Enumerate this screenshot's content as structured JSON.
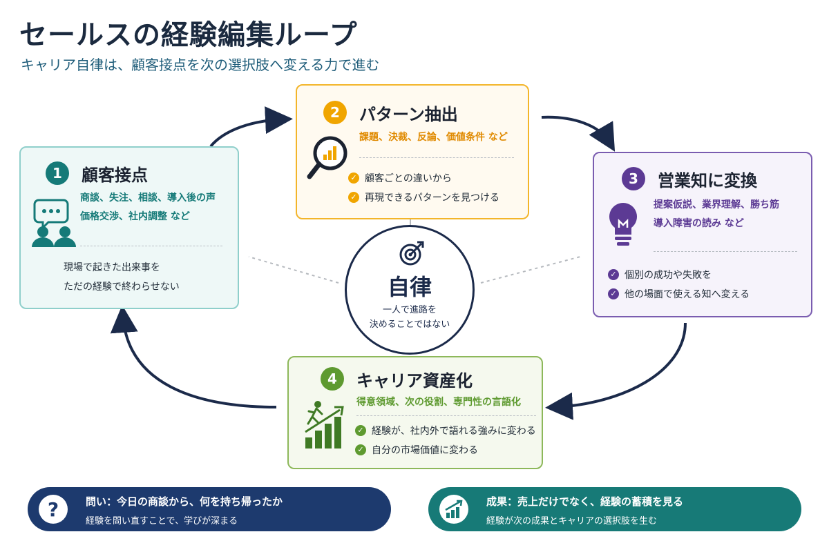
{
  "header": {
    "title": "セールスの経験編集ループ",
    "subtitle": "キャリア自律は、顧客接点を次の選択肢へ変える力で進む"
  },
  "colors": {
    "navy": "#1b2a4a",
    "teal": "#157a78",
    "amber": "#f0a500",
    "purple": "#5c3a94",
    "green": "#5e9a30"
  },
  "steps": [
    {
      "number": "1",
      "title": "顧客接点",
      "icon": "chat-people-icon",
      "keywords": [
        "商談、失注、相談、導入後の声",
        "価格交渉、社内調整 など"
      ],
      "note": [
        "現場で起きた出来事を",
        "ただの経験で終わらせない"
      ]
    },
    {
      "number": "2",
      "title": "パターン抽出",
      "icon": "magnifier-chart-icon",
      "keywords": [
        "課題、決裁、反論、価値条件 など"
      ],
      "points": [
        "顧客ごとの違いから",
        "再現できるパターンを見つける"
      ]
    },
    {
      "number": "3",
      "title": "営業知に変換",
      "icon": "lightbulb-icon",
      "keywords": [
        "提案仮説、業界理解、勝ち筋",
        "導入障害の読み など"
      ],
      "points": [
        "個別の成功や失敗を",
        "他の場面で使える知へ変える"
      ]
    },
    {
      "number": "4",
      "title": "キャリア資産化",
      "icon": "climbing-growth-icon",
      "keywords": [
        "得意領域、次の役割、専門性の言語化"
      ],
      "points": [
        "経験が、社内外で語れる強みに変わる",
        "自分の市場価値に変わる"
      ]
    }
  ],
  "center": {
    "icon": "target-icon",
    "title": "自律",
    "subtitle": [
      "一人で進路を",
      "決めることではない"
    ]
  },
  "footer": [
    {
      "icon": "question-icon",
      "line1": "問い：今日の商談から、何を持ち帰ったか",
      "line2": "経験を問い直すことで、学びが深まる"
    },
    {
      "icon": "growth-chart-icon",
      "line1": "成果：売上だけでなく、経験の蓄積を見る",
      "line2": "経験が次の成果とキャリアの選択肢を生む"
    }
  ]
}
